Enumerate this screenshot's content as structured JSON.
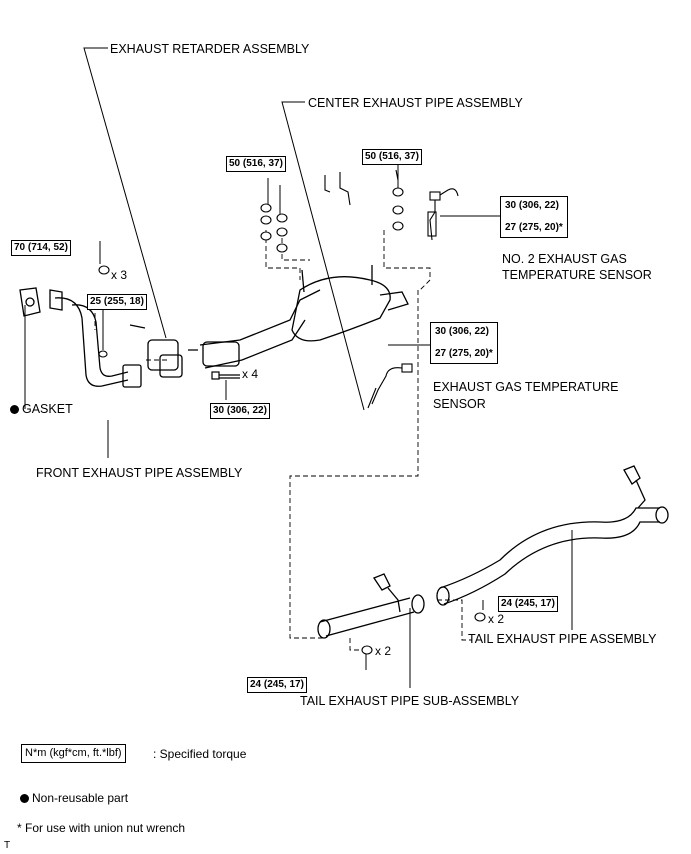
{
  "parts": {
    "exhaust_retarder": "EXHAUST RETARDER ASSEMBLY",
    "center_pipe": "CENTER EXHAUST PIPE ASSEMBLY",
    "no2_sensor_line1": "NO. 2 EXHAUST GAS",
    "no2_sensor_line2": "TEMPERATURE SENSOR",
    "gas_sensor_line1": "EXHAUST GAS TEMPERATURE",
    "gas_sensor_line2": "SENSOR",
    "gasket": "GASKET",
    "front_pipe": "FRONT EXHAUST PIPE ASSEMBLY",
    "tail_pipe": "TAIL EXHAUST PIPE ASSEMBLY",
    "tail_sub": "TAIL EXHAUST PIPE SUB-ASSEMBLY"
  },
  "torques": {
    "t50a": "50 (516, 37)",
    "t50b": "50 (516, 37)",
    "t70": "70 (714, 52)",
    "t25": "25 (255, 18)",
    "t30_bolt": "30 (306, 22)",
    "t30_no2": "30 (306, 22)",
    "t27_no2": "27 (275, 20)*",
    "t30_sensor": "30 (306, 22)",
    "t27_sensor": "27 (275, 20)*",
    "t24_tail": "24 (245, 17)",
    "t24_sub": "24 (245, 17)"
  },
  "quantities": {
    "q3": "x 3",
    "q4": "x 4",
    "q2_tail": "x 2",
    "q2_sub": "x 2"
  },
  "legend": {
    "torque_unit": "N*m (kgf*cm, ft.*lbf)",
    "torque_desc": ": Specified torque",
    "nonreusable": "Non-reusable part",
    "union_nut": "* For use with union nut wrench",
    "corner_mark": "T"
  }
}
